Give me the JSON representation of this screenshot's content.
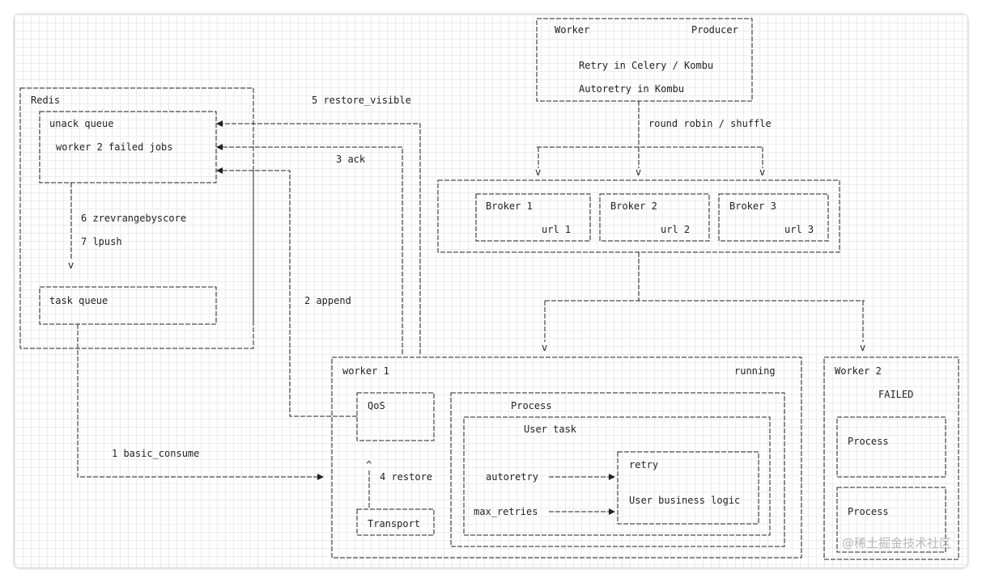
{
  "labels": {
    "worker_producer_left": "Worker",
    "worker_producer_right": "Producer",
    "retry_celery": "Retry in Celery / Kombu",
    "autoretry_kombu": "Autoretry in Kombu",
    "round_robin": "round robin / shuffle",
    "broker1": "Broker 1",
    "broker2": "Broker 2",
    "broker3": "Broker 3",
    "url1": "url 1",
    "url2": "url 2",
    "url3": "url 3",
    "redis": "Redis",
    "unack_queue": "unack queue",
    "worker2_failed_jobs": "worker 2 failed jobs",
    "restore_visible": "5 restore_visible",
    "ack": "3 ack",
    "zrevrangebyscore": "6 zrevrangebyscore",
    "lpush": "7 lpush",
    "v_marker": "v",
    "up_marker": "^",
    "task_queue": "task queue",
    "append": "2 append",
    "basic_consume": "1 basic_consume",
    "worker1": "worker 1",
    "running": "running",
    "qos": "QoS",
    "restore": "4 restore",
    "transport": "Transport",
    "process": "Process",
    "user_task": "User task",
    "retry": "retry",
    "autoretry": "autoretry",
    "max_retries": "max_retries",
    "user_business_logic": "User business logic",
    "worker2": "Worker 2",
    "failed": "FAILED",
    "w2_process1": "Process",
    "w2_process2": "Process"
  },
  "watermark": "@稀土掘金技术社区"
}
